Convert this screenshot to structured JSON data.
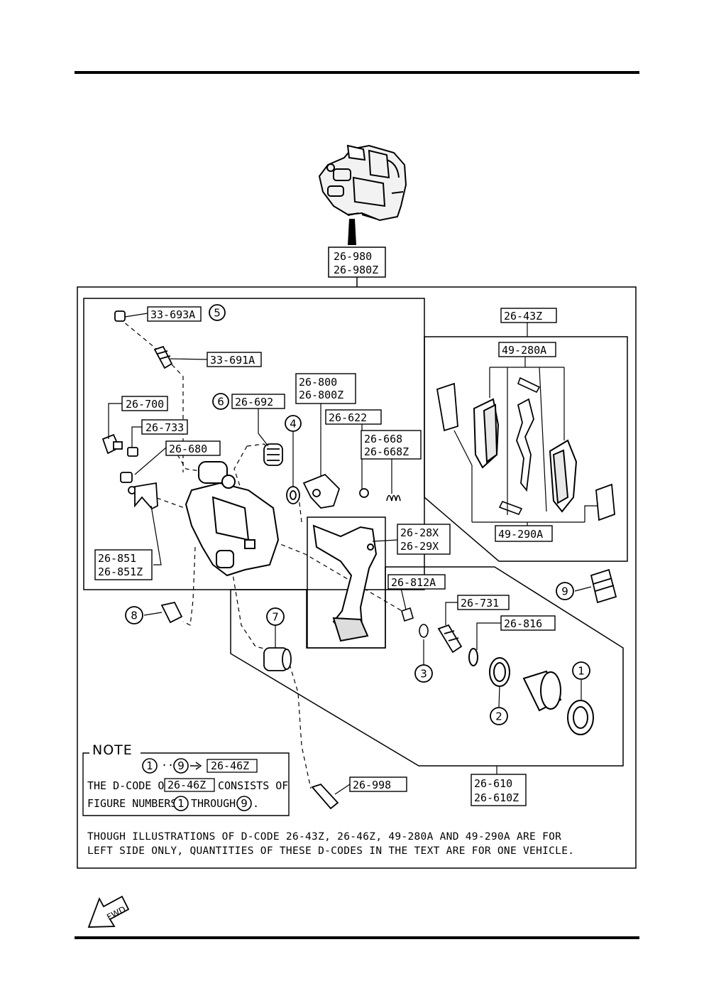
{
  "assembly": {
    "line1": "26-980",
    "line2": "26-980Z"
  },
  "labels": {
    "l33693a": "33-693A",
    "l33691a": "33-691A",
    "l26700": "26-700",
    "l26733": "26-733",
    "l26680": "26-680",
    "l26692": "26-692",
    "l26800_1": "26-800",
    "l26800_2": "26-800Z",
    "l26622": "26-622",
    "l26668_1": "26-668",
    "l26668_2": "26-668Z",
    "l26851_1": "26-851",
    "l26851_2": "26-851Z",
    "l2628x_1": "26-28X",
    "l2628x_2": "26-29X",
    "l26812a": "26-812A",
    "l26731": "26-731",
    "l26816": "26-816",
    "l26998": "26-998",
    "l26610_1": "26-610",
    "l26610_2": "26-610Z",
    "l2643z": "26-43Z",
    "l49280a": "49-280A",
    "l49290a": "49-290A"
  },
  "figure_numbers": [
    "1",
    "2",
    "3",
    "4",
    "5",
    "6",
    "7",
    "8",
    "9"
  ],
  "note": {
    "heading": "NOTE",
    "range_code": "26-46Z",
    "line1_pre": "THE D-CODE OF",
    "line1_code": "26-46Z",
    "line1_post": "CONSISTS OF",
    "line2_pre": "FIGURE NUMBERS",
    "line2_mid": "THROUGH",
    "line2_end": "."
  },
  "footnote": {
    "line1": "THOUGH ILLUSTRATIONS OF D-CODE 26-43Z, 26-46Z, 49-280A AND 49-290A ARE FOR",
    "line2": "LEFT SIDE ONLY, QUANTITIES OF THESE D-CODES IN THE TEXT ARE FOR ONE VEHICLE."
  },
  "fwd_label": "FWD"
}
